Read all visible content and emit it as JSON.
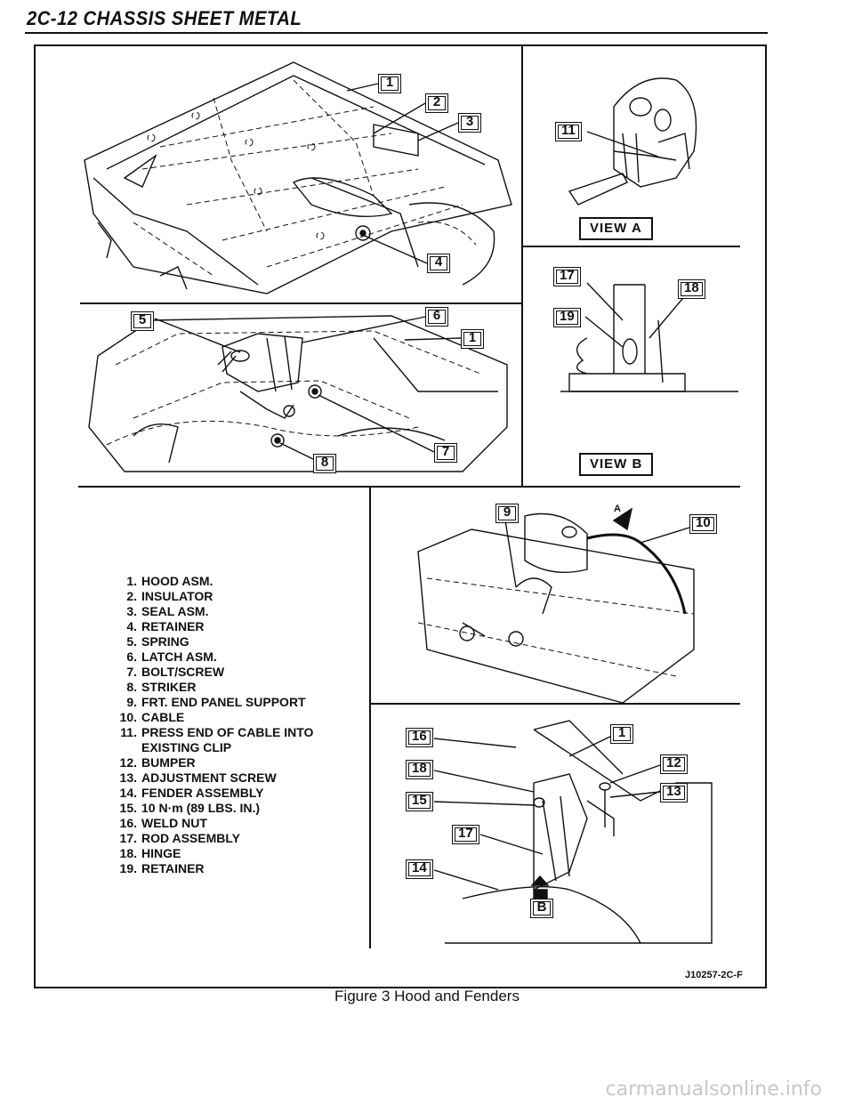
{
  "header": {
    "title": "2C-12 CHASSIS SHEET METAL"
  },
  "callouts": {
    "hood_top": [
      "1",
      "2",
      "3",
      "4"
    ],
    "latch_area": [
      "5",
      "6",
      "1",
      "7",
      "8"
    ],
    "view_a": [
      "11"
    ],
    "view_b": [
      "17",
      "18",
      "19"
    ],
    "striker_area": [
      "9",
      "10"
    ],
    "hinge_area": [
      "16",
      "1",
      "18",
      "12",
      "15",
      "13",
      "17",
      "14",
      "B"
    ]
  },
  "views": {
    "a": "VIEW A",
    "b": "VIEW B",
    "a_marker": "A"
  },
  "legend": [
    {
      "num": "1.",
      "text": "HOOD ASM."
    },
    {
      "num": "2.",
      "text": "INSULATOR"
    },
    {
      "num": "3.",
      "text": "SEAL ASM."
    },
    {
      "num": "4.",
      "text": "RETAINER"
    },
    {
      "num": "5.",
      "text": "SPRING"
    },
    {
      "num": "6.",
      "text": "LATCH ASM."
    },
    {
      "num": "7.",
      "text": "BOLT/SCREW"
    },
    {
      "num": "8.",
      "text": "STRIKER"
    },
    {
      "num": "9.",
      "text": "FRT. END PANEL SUPPORT"
    },
    {
      "num": "10.",
      "text": "CABLE"
    },
    {
      "num": "11.",
      "text": "PRESS END OF CABLE INTO\nEXISTING CLIP"
    },
    {
      "num": "12.",
      "text": "BUMPER"
    },
    {
      "num": "13.",
      "text": "ADJUSTMENT SCREW"
    },
    {
      "num": "14.",
      "text": "FENDER ASSEMBLY"
    },
    {
      "num": "15.",
      "text": "10 N·m (89 LBS. IN.)"
    },
    {
      "num": "16.",
      "text": "WELD NUT"
    },
    {
      "num": "17.",
      "text": "ROD ASSEMBLY"
    },
    {
      "num": "18.",
      "text": "HINGE"
    },
    {
      "num": "19.",
      "text": "RETAINER"
    }
  ],
  "figure_id": "J10257-2C-F",
  "caption": "Figure 3 Hood and Fenders",
  "watermark": "carmanualsonline.info"
}
